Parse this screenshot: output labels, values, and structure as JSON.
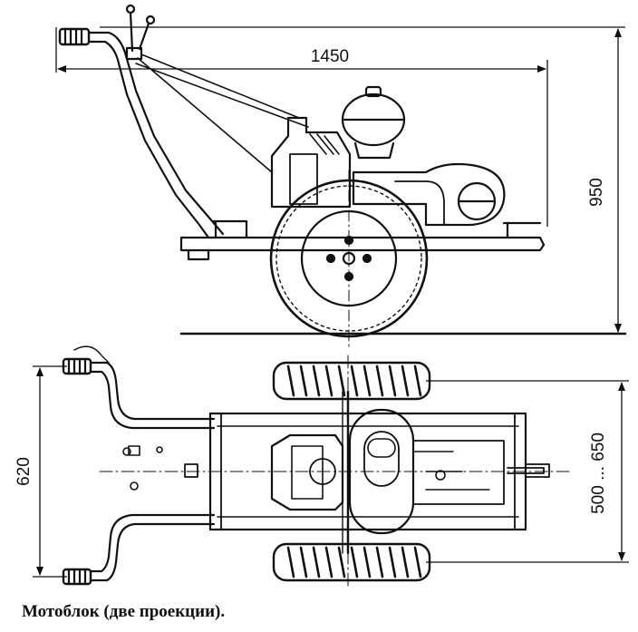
{
  "dimensions": {
    "length": "1450",
    "height": "950",
    "width": "620",
    "track": "500 ... 650"
  },
  "caption": "Мотоблок (две проекции)."
}
